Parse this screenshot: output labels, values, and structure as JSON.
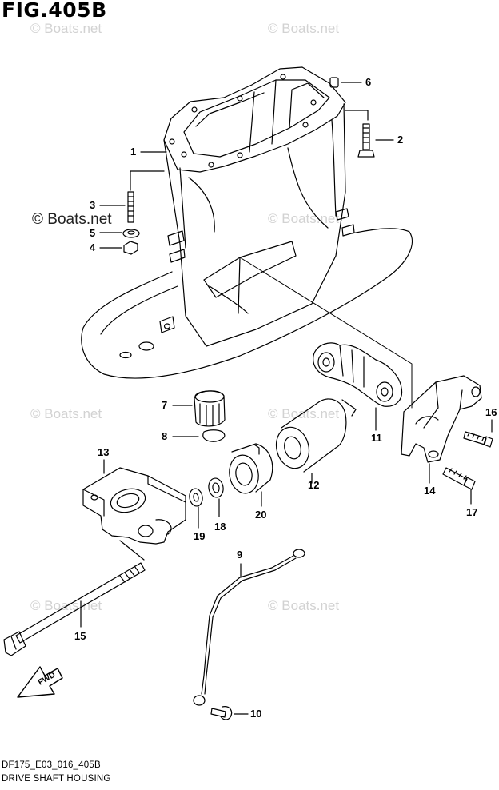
{
  "figure": {
    "title": "FIG.405B",
    "model_code": "DF175_E03_016_405B",
    "caption": "DRIVE SHAFT HOUSING"
  },
  "watermarks": {
    "faint": "© Boats.net",
    "prominent": "© Boats.net"
  },
  "callouts": {
    "c1": "1",
    "c2": "2",
    "c3": "3",
    "c4": "4",
    "c5": "5",
    "c6": "6",
    "c7": "7",
    "c8": "8",
    "c9": "9",
    "c10": "10",
    "c11": "11",
    "c12": "12",
    "c13": "13",
    "c14": "14",
    "c15": "15",
    "c16": "16",
    "c17": "17",
    "c18": "18",
    "c19": "19",
    "c20": "20"
  },
  "direction_arrow": {
    "label": "FWD"
  },
  "colors": {
    "line": "#000000",
    "watermark": "#d2d2d2",
    "background": "#ffffff"
  }
}
